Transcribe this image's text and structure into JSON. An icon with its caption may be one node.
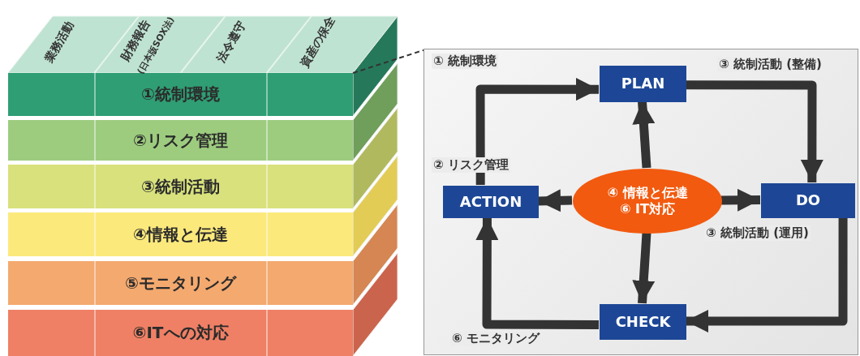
{
  "diagram": {
    "nodes": [
      {
        "text": [
          "①統制環境"
        ]
      },
      {
        "text": [
          "②リスク管理"
        ]
      },
      {
        "text": [
          "③統制活動"
        ]
      },
      {
        "text": [
          "④情報と伝達"
        ]
      },
      {
        "text": [
          "⑤モニタリング"
        ]
      },
      {
        "text": [
          "⑥ITへの対応"
        ]
      },
      {
        "text": [],
        "shape": "box"
      },
      {
        "text": [
          "PLAN"
        ],
        "in": 6
      },
      {
        "text": [
          "ACTION"
        ],
        "in": 6,
        "beside": [
          "② リスク管理"
        ]
      },
      {
        "text": [
          "④ 情報と伝達",
          "⑥ IT対応"
        ],
        "in": 6
      },
      {
        "text": [
          "DO"
        ],
        "in": 6
      },
      {
        "text": [
          "CHECK"
        ],
        "in": 6
      }
    ],
    "edges": [
      {
        "from": 0,
        "to": 6,
        "arrow": "none",
        "style": "dashed"
      },
      {
        "from": 8,
        "to": 7,
        "arrow": "to",
        "label": "① 統制環境"
      },
      {
        "from": 7,
        "to": 10,
        "arrow": "to",
        "label": "③ 統制活動 (整備)"
      },
      {
        "from": 10,
        "to": 11,
        "arrow": "to",
        "label": "③ 統制活動 (運用)"
      },
      {
        "from": 11,
        "to": 8,
        "arrow": "to",
        "label": "⑥ モニタリング"
      },
      {
        "from": 9,
        "to": 7,
        "arrow": "to"
      },
      {
        "from": 9,
        "to": 10,
        "arrow": "to"
      },
      {
        "from": 9,
        "to": 11,
        "arrow": "to"
      },
      {
        "from": 9,
        "to": 8,
        "arrow": "to"
      }
    ],
    "labels": [
      "業務活動",
      "財務報告",
      "(日本版SOX法)",
      "法令遵守",
      "資産の保全"
    ]
  }
}
